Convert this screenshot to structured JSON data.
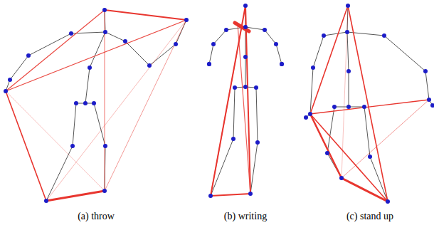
{
  "diagram": {
    "labels": [
      "(a) throw",
      "(b) writing",
      "(c) stand up"
    ]
  }
}
